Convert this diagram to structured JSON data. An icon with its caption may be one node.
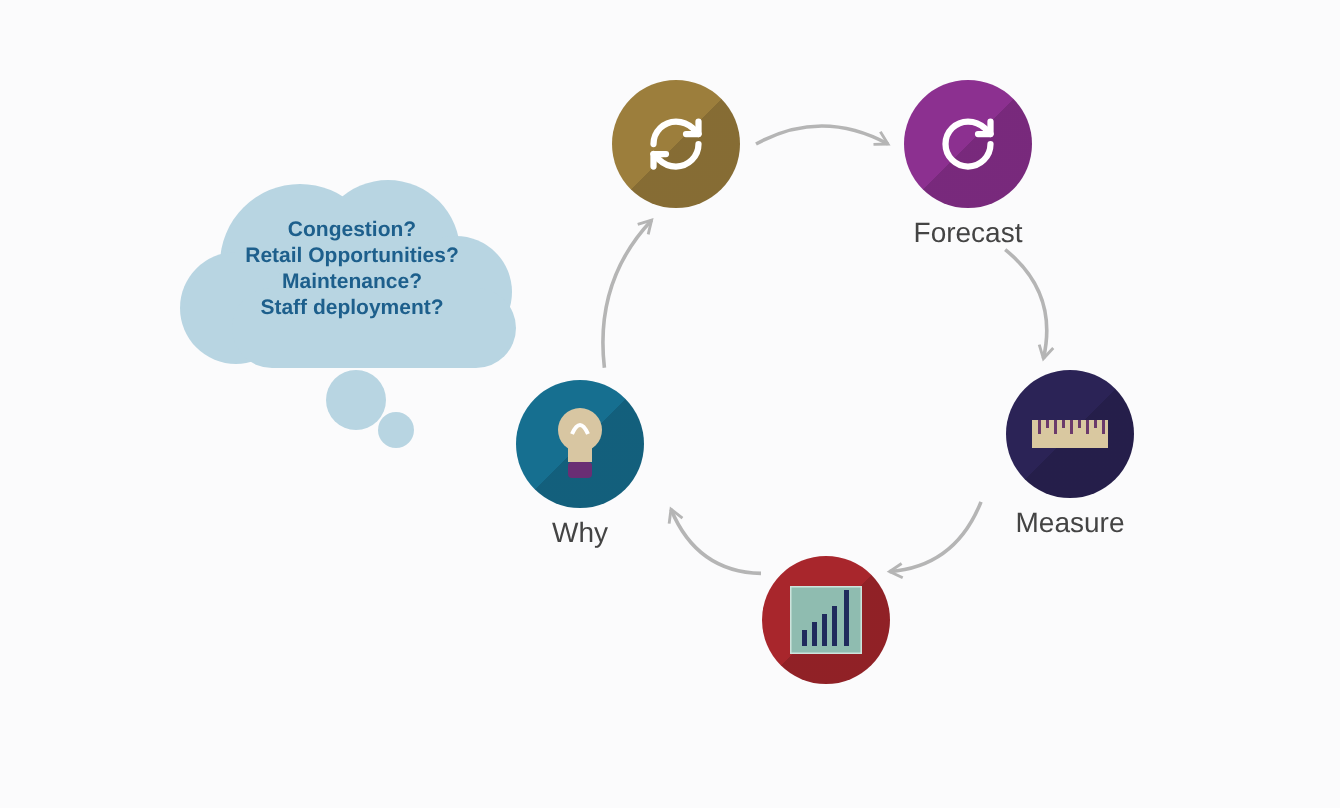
{
  "diagram": {
    "nodes": [
      {
        "text": [
          "Congestion?",
          "Retail Opportunities?",
          "Maintenance?",
          "Staff deployment?"
        ]
      },
      {
        "text": [],
        "shape": "circle"
      },
      {
        "text": [
          "Forecast"
        ]
      },
      {
        "text": [
          "Measure"
        ]
      },
      {
        "text": [],
        "shape": "circle"
      },
      {
        "text": [
          "Why"
        ]
      }
    ],
    "edges": [
      {
        "from": 1,
        "to": 2,
        "arrow": "to"
      },
      {
        "from": 2,
        "to": 3,
        "arrow": "to"
      },
      {
        "from": 3,
        "to": 4,
        "arrow": "to"
      },
      {
        "from": 4,
        "to": 5,
        "arrow": "to"
      },
      {
        "from": 5,
        "to": 1,
        "arrow": "to"
      }
    ]
  }
}
